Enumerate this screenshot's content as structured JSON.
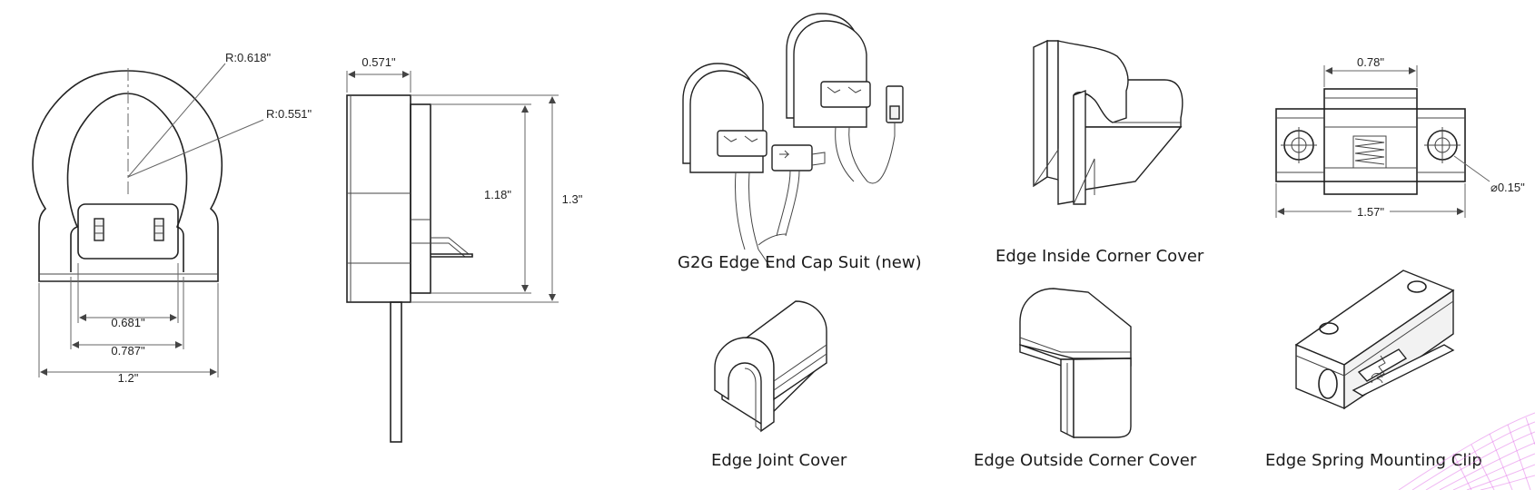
{
  "front_view": {
    "radius_outer": "R:0.618\"",
    "radius_inner": "R:0.551\"",
    "width_inner": "0.681\"",
    "width_mid": "0.787\"",
    "width_total": "1.2\""
  },
  "side_view": {
    "depth": "0.571\"",
    "height_inner": "1.18\"",
    "height_total": "1.3\""
  },
  "clip_view": {
    "top_width": "0.78\"",
    "hole_diameter": "⌀0.15\"",
    "total_width": "1.57\""
  },
  "captions": {
    "end_cap": "G2G Edge End Cap Suit  (new)",
    "inside_corner": "Edge Inside Corner Cover",
    "joint": "Edge Joint Cover",
    "outside_corner": "Edge Outside Corner Cover",
    "spring_clip": "Edge Spring Mounting Clip"
  },
  "colors": {
    "line": "#222222",
    "decoration": "#e47bea"
  }
}
